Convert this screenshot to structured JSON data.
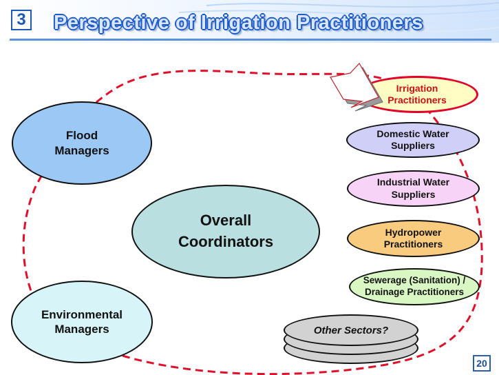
{
  "header": {
    "section_number": "3",
    "title": "Perspective of Irrigation Practitioners"
  },
  "nodes": {
    "flood_managers": [
      "Flood",
      "Managers"
    ],
    "environmental_managers": [
      "Environmental",
      "Managers"
    ],
    "overall_coordinators": [
      "Overall",
      "Coordinators"
    ],
    "irrigation_practitioners": [
      "Irrigation",
      "Practitioners"
    ],
    "domestic_water_suppliers": [
      "Domestic Water",
      "Suppliers"
    ],
    "industrial_water_suppliers": [
      "Industrial Water",
      "Suppliers"
    ],
    "hydropower_practitioners": [
      "Hydropower",
      "Practitioners"
    ],
    "sewerage_drainage_practitioners": [
      "Sewerage (Sanitation) /",
      "Drainage Practitioners"
    ],
    "other_sectors": "Other Sectors?"
  },
  "footer": {
    "page_number": "20"
  },
  "colors": {
    "title_outline": "#1e5bc8",
    "boundary_dash": "#e0102a",
    "irrigation_border": "#e0002a",
    "flood_fill": "#9cc8f6",
    "overall_fill": "#b9dfe0",
    "environmental_fill": "#d7f4f8",
    "domestic_fill": "#cfcff8",
    "industrial_fill": "#f7d3f7",
    "hydropower_fill": "#f8cb7e",
    "sewerage_fill": "#d9f7c3",
    "irrigation_fill": "#fffdc4"
  },
  "icons": {
    "pointer": "arrow-pointing-to-irrigation-icon",
    "other_sectors": "stacked-discs-icon"
  }
}
